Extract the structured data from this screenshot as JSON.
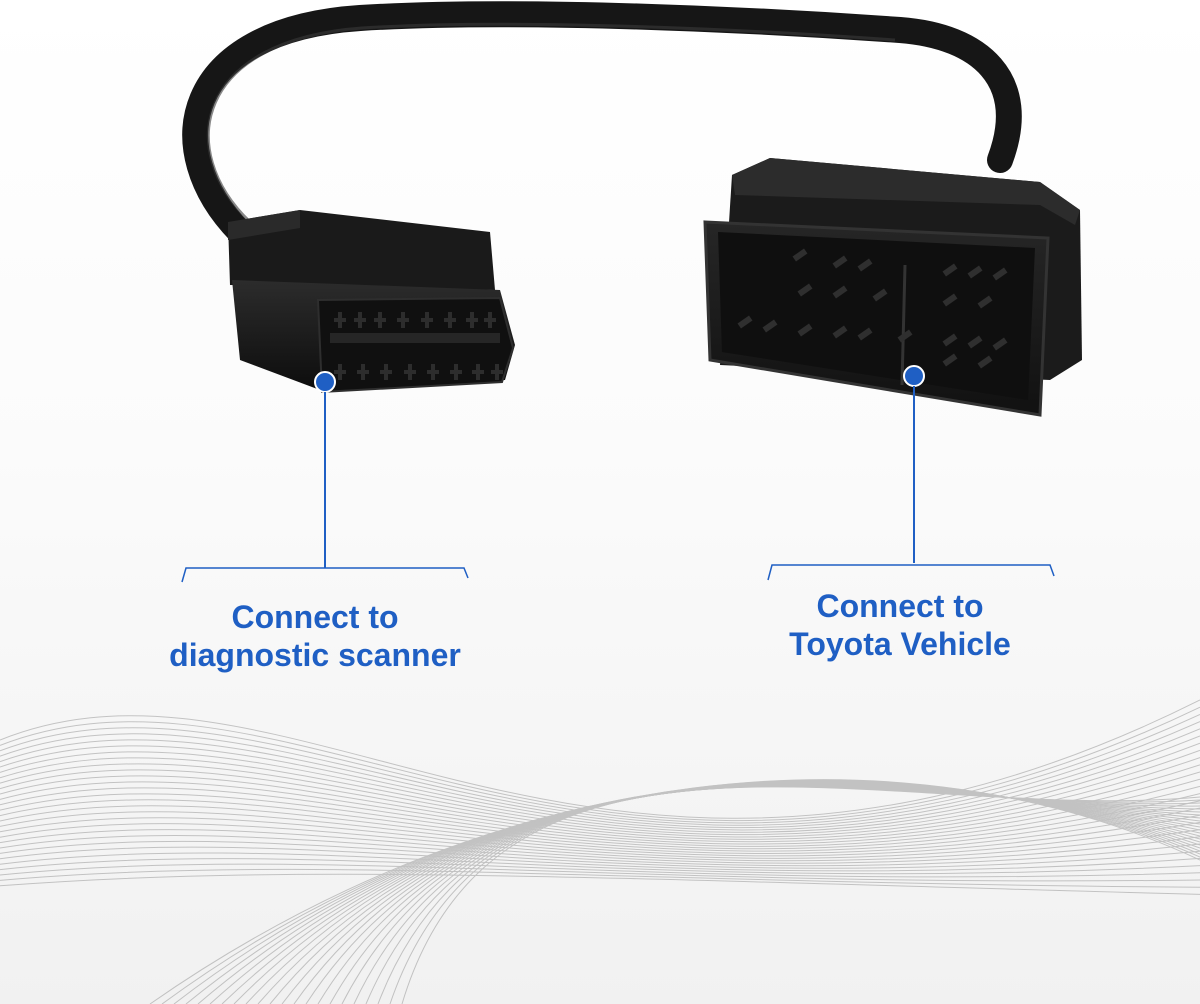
{
  "annotations": {
    "left": {
      "line1": "Connect to",
      "line2": "diagnostic scanner"
    },
    "right": {
      "line1": "Connect to",
      "line2": "Toyota Vehicle"
    }
  },
  "colors": {
    "accent": "#1f5fc4",
    "cable": "#161616",
    "background": "#ffffff",
    "wave_lines": "#9a9a9a"
  }
}
